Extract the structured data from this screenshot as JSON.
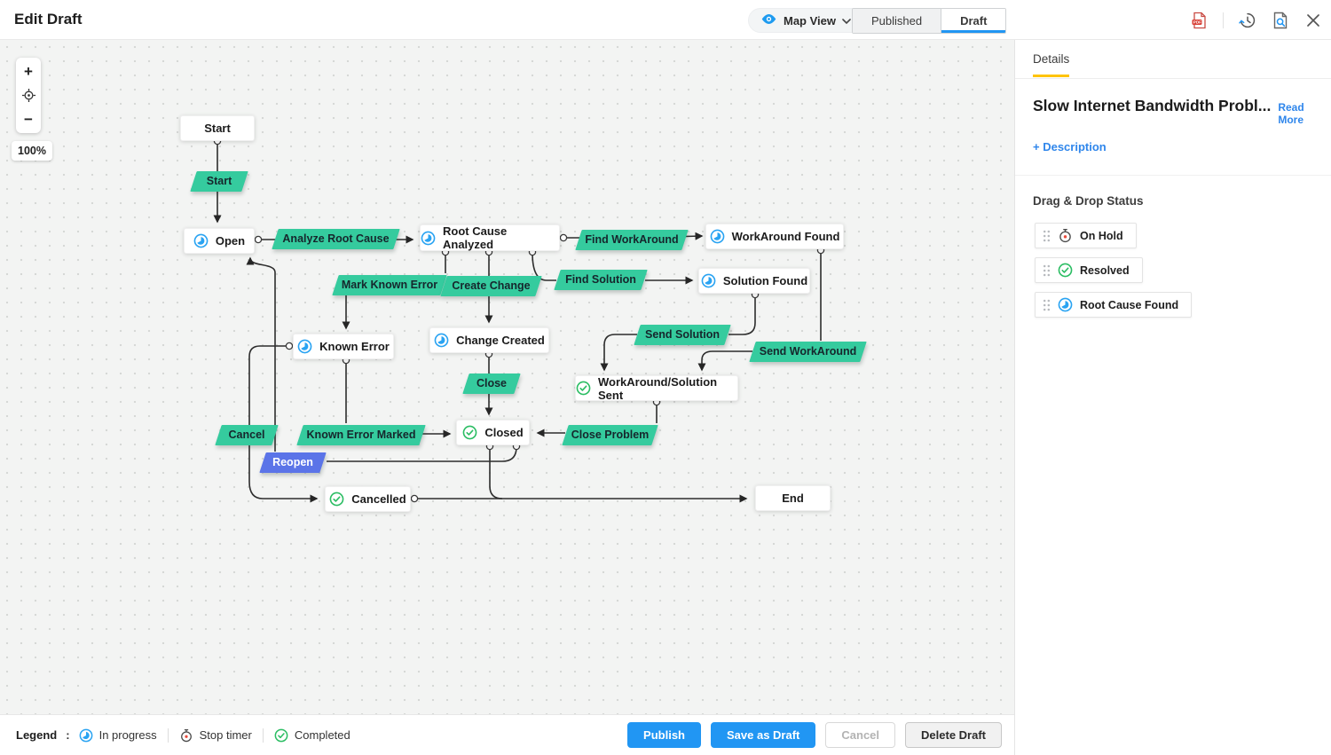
{
  "colors": {
    "accent_blue": "#2196f3",
    "transition_green": "#35cb9e",
    "transition_purple": "#5b74e8",
    "tab_underline_yellow": "#ffc400",
    "completed_green": "#2bbd63",
    "in_progress_blue": "#29a3f2",
    "stop_timer_red": "#e84b3c",
    "link_blue": "#2f86eb"
  },
  "header": {
    "title": "Edit Draft",
    "map_view_label": "Map View",
    "tabs": [
      {
        "label": "Published",
        "active": false
      },
      {
        "label": "Draft",
        "active": true
      }
    ],
    "icons": [
      "pdf-export",
      "history",
      "preview",
      "close"
    ]
  },
  "zoom_controls": {
    "zoom_in": "+",
    "zoom_out": "−",
    "zoom_level": "100%"
  },
  "canvas": {
    "nodes": [
      {
        "label": "Start",
        "icon": null
      },
      {
        "label": "Open",
        "icon": "in-progress"
      },
      {
        "label": "Root Cause Analyzed",
        "icon": "in-progress"
      },
      {
        "label": "WorkAround Found",
        "icon": "in-progress"
      },
      {
        "label": "Solution Found",
        "icon": "in-progress"
      },
      {
        "label": "Known Error",
        "icon": "in-progress"
      },
      {
        "label": "Change Created",
        "icon": "in-progress"
      },
      {
        "label": "WorkAround/Solution Sent",
        "icon": "completed"
      },
      {
        "label": "Closed",
        "icon": "completed"
      },
      {
        "label": "Cancelled",
        "icon": "completed"
      },
      {
        "label": "End",
        "icon": null
      }
    ],
    "transitions": [
      {
        "label": "Start",
        "color": "green"
      },
      {
        "label": "Analyze Root Cause",
        "color": "green"
      },
      {
        "label": "Find WorkAround",
        "color": "green"
      },
      {
        "label": "Mark Known Error",
        "color": "green"
      },
      {
        "label": "Create Change",
        "color": "green"
      },
      {
        "label": "Find Solution",
        "color": "green"
      },
      {
        "label": "Send Solution",
        "color": "green"
      },
      {
        "label": "Send WorkAround",
        "color": "green"
      },
      {
        "label": "Close",
        "color": "green"
      },
      {
        "label": "Known Error Marked",
        "color": "green"
      },
      {
        "label": "Close Problem",
        "color": "green"
      },
      {
        "label": "Cancel",
        "color": "green"
      },
      {
        "label": "Reopen",
        "color": "purple"
      }
    ],
    "edges": [
      {
        "from": "Start",
        "to": "Open",
        "via": "Start"
      },
      {
        "from": "Open",
        "to": "Root Cause Analyzed",
        "via": "Analyze Root Cause"
      },
      {
        "from": "Root Cause Analyzed",
        "to": "WorkAround Found",
        "via": "Find WorkAround"
      },
      {
        "from": "Root Cause Analyzed",
        "to": "Known Error",
        "via": "Mark Known Error"
      },
      {
        "from": "Root Cause Analyzed",
        "to": "Change Created",
        "via": "Create Change"
      },
      {
        "from": "Root Cause Analyzed",
        "to": "Solution Found",
        "via": "Find Solution"
      },
      {
        "from": "Solution Found",
        "to": "WorkAround/Solution Sent",
        "via": "Send Solution"
      },
      {
        "from": "WorkAround Found",
        "to": "WorkAround/Solution Sent",
        "via": "Send WorkAround"
      },
      {
        "from": "Change Created",
        "to": "Closed",
        "via": "Close"
      },
      {
        "from": "Known Error",
        "to": "Closed",
        "via": "Known Error Marked"
      },
      {
        "from": "WorkAround/Solution Sent",
        "to": "Closed",
        "via": "Close Problem"
      },
      {
        "from": "Known Error",
        "to": "Cancelled",
        "via": "Cancel"
      },
      {
        "from": "Closed",
        "to": "Open",
        "via": "Reopen"
      },
      {
        "from": "Closed",
        "to": "End",
        "via": ""
      },
      {
        "from": "Cancelled",
        "to": "End",
        "via": ""
      }
    ]
  },
  "panel": {
    "tab": "Details",
    "title": "Slow Internet Bandwidth Probl...",
    "read_more": "Read More",
    "description_link": "+ Description",
    "section_title": "Drag & Drop Status",
    "statuses": [
      {
        "label": "On Hold",
        "icon": "stop-timer"
      },
      {
        "label": "Resolved",
        "icon": "completed"
      },
      {
        "label": "Root Cause Found",
        "icon": "in-progress"
      }
    ]
  },
  "footer": {
    "legend_label": "Legend",
    "legend_colon": ":",
    "legend_items": [
      {
        "label": "In progress",
        "icon": "in-progress"
      },
      {
        "label": "Stop timer",
        "icon": "stop-timer"
      },
      {
        "label": "Completed",
        "icon": "completed"
      }
    ],
    "buttons": [
      {
        "label": "Publish",
        "style": "primary"
      },
      {
        "label": "Save as Draft",
        "style": "primary"
      },
      {
        "label": "Cancel",
        "style": "disabled"
      },
      {
        "label": "Delete Draft",
        "style": "secondary"
      }
    ]
  }
}
